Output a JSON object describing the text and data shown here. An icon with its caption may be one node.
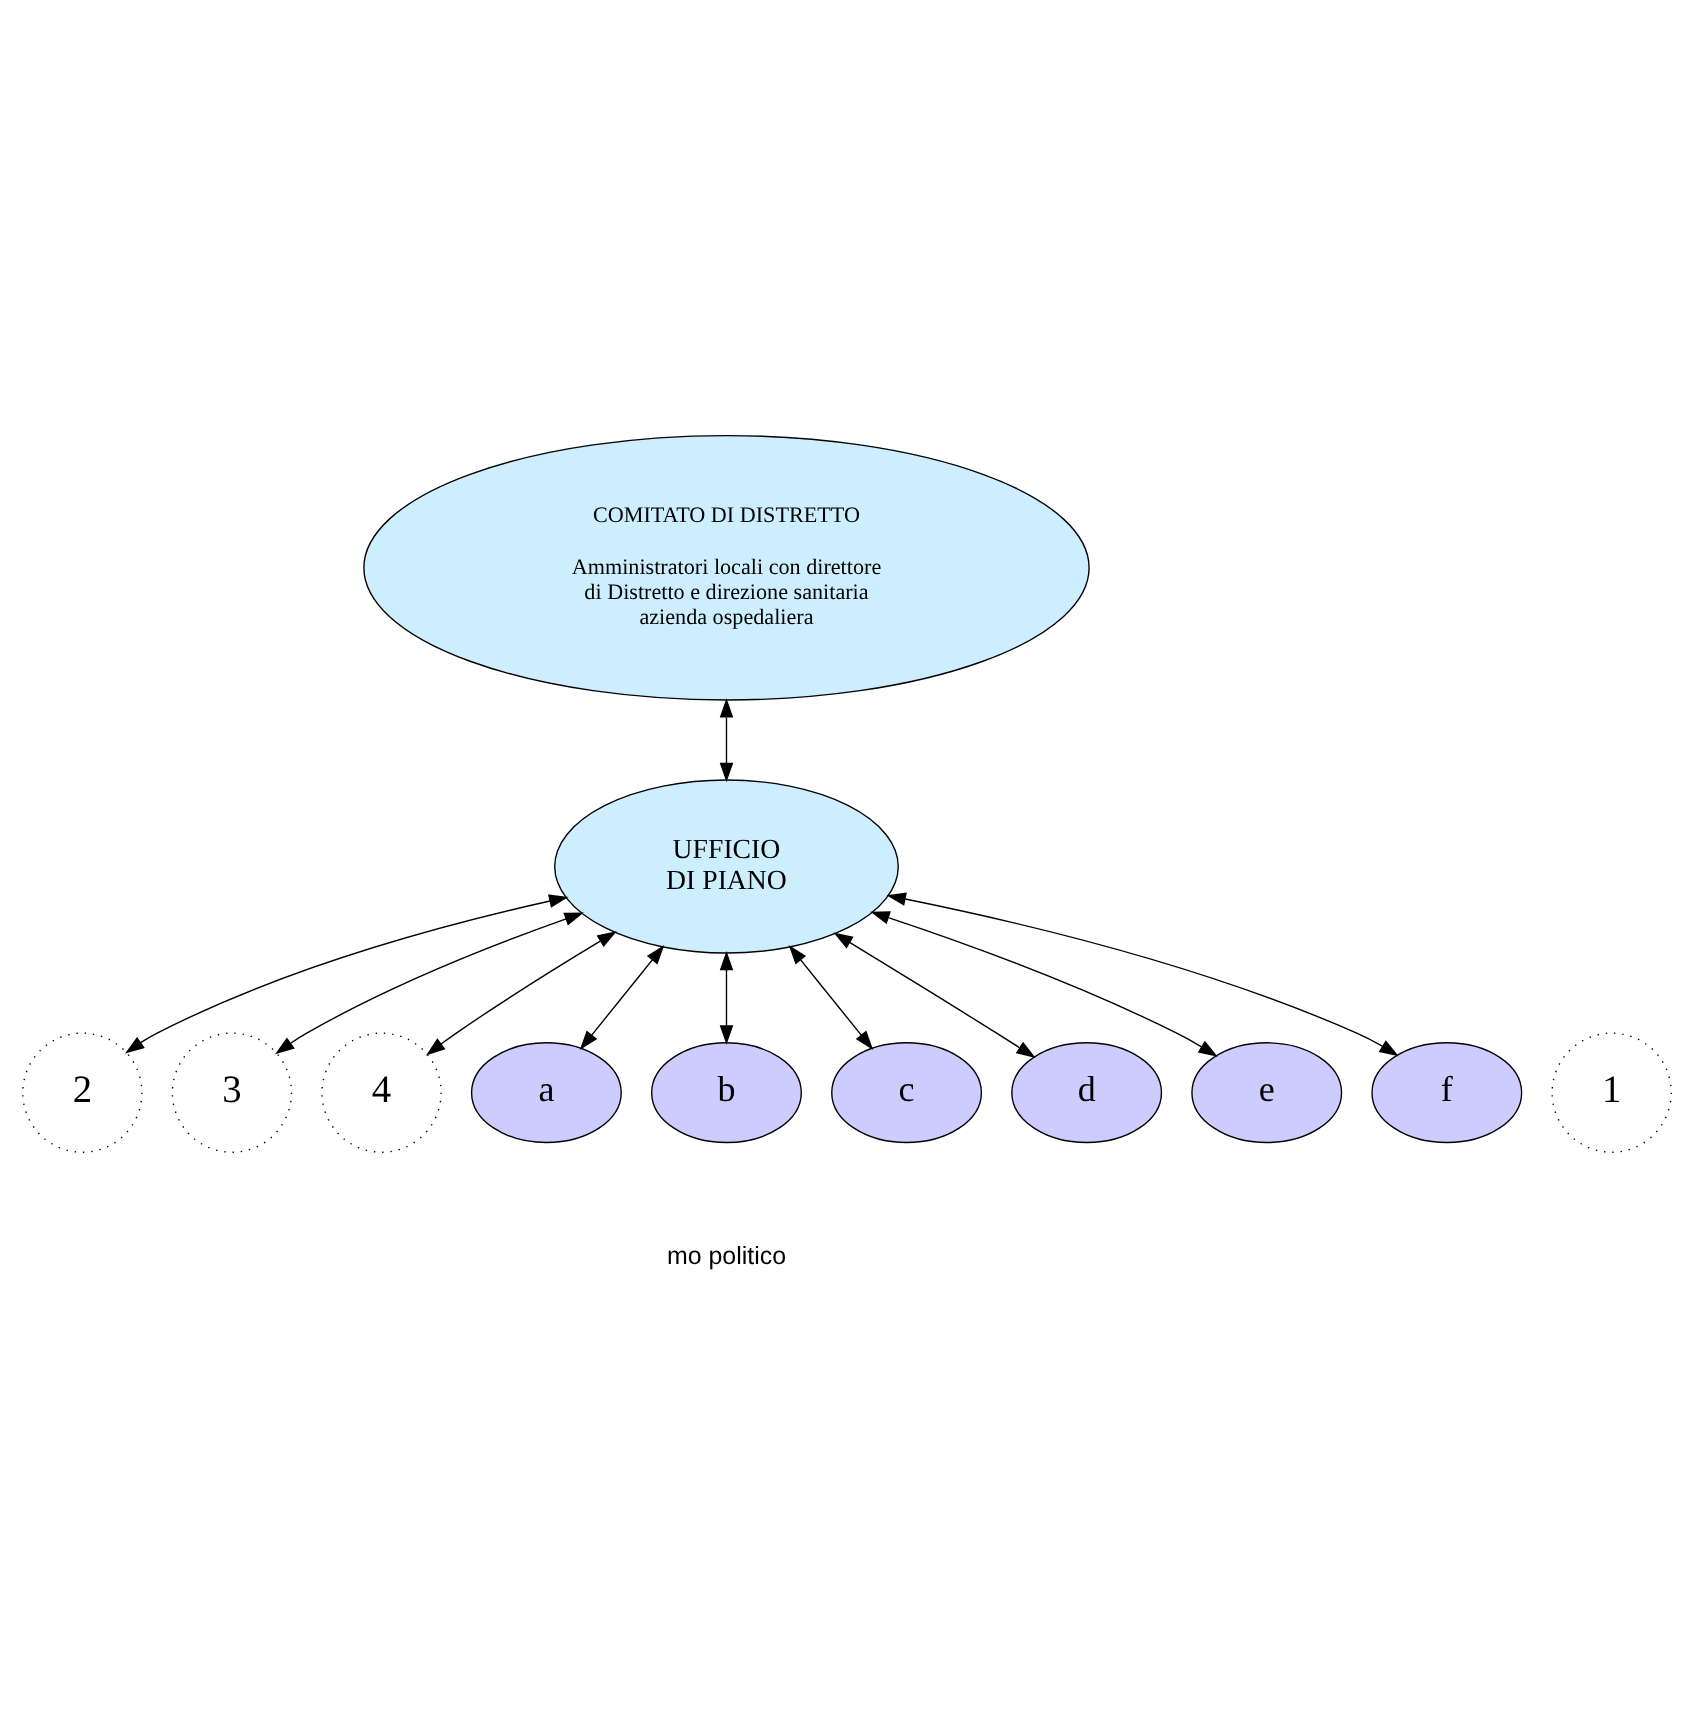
{
  "diagram": {
    "nodes": [
      {
        "text": [
          "COMITATO DI DISTRETTO",
          "Amministratori locali con direttore di Distretto e direzione sanitaria azienda ospedaliera"
        ]
      },
      {
        "text": [
          "UFFICIO DI PIANO"
        ]
      },
      {
        "text": [
          "1"
        ]
      },
      {
        "text": [
          "2"
        ]
      },
      {
        "text": [
          "3"
        ]
      },
      {
        "text": [
          "4"
        ]
      },
      {
        "text": [
          "a"
        ]
      },
      {
        "text": [
          "b"
        ]
      },
      {
        "text": [
          "c"
        ]
      },
      {
        "text": [
          "d"
        ]
      },
      {
        "text": [
          "e"
        ]
      },
      {
        "text": [
          "f"
        ]
      }
    ],
    "edges": [
      {
        "from": 0,
        "to": 1,
        "arrow": "both"
      },
      {
        "from": 1,
        "to": 3,
        "arrow": "both"
      },
      {
        "from": 1,
        "to": 4,
        "arrow": "both"
      },
      {
        "from": 1,
        "to": 5,
        "arrow": "both"
      },
      {
        "from": 1,
        "to": 6,
        "arrow": "both"
      },
      {
        "from": 1,
        "to": 7,
        "arrow": "both"
      },
      {
        "from": 1,
        "to": 8,
        "arrow": "both"
      },
      {
        "from": 1,
        "to": 9,
        "arrow": "both"
      },
      {
        "from": 1,
        "to": 10,
        "arrow": "both"
      },
      {
        "from": 1,
        "to": 11,
        "arrow": "both"
      }
    ],
    "labels": [
      "mo politico"
    ]
  }
}
